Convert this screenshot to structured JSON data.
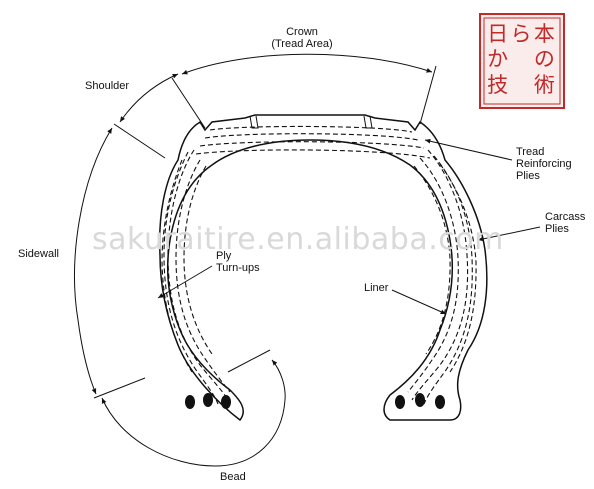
{
  "labels": {
    "crown_line1": "Crown",
    "crown_line2": "(Tread Area)",
    "shoulder": "Shoulder",
    "tread_line1": "Tread",
    "tread_line2": "Reinforcing",
    "tread_line3": "Plies",
    "carcass_line1": "Carcass",
    "carcass_line2": "Plies",
    "sidewall": "Sidewall",
    "ply_line1": "Ply",
    "ply_line2": "Turn-ups",
    "liner": "Liner",
    "bead": "Bead"
  },
  "watermark": "sakuraitire.en.alibaba.com",
  "stamp": {
    "chars": [
      "日",
      "本",
      "か",
      "ら",
      "の",
      "技",
      "術"
    ],
    "color": "#c12a2a"
  },
  "colors": {
    "ink": "#111111",
    "watermark": "#d9d9d9",
    "tire_fill": "#ffffff"
  }
}
